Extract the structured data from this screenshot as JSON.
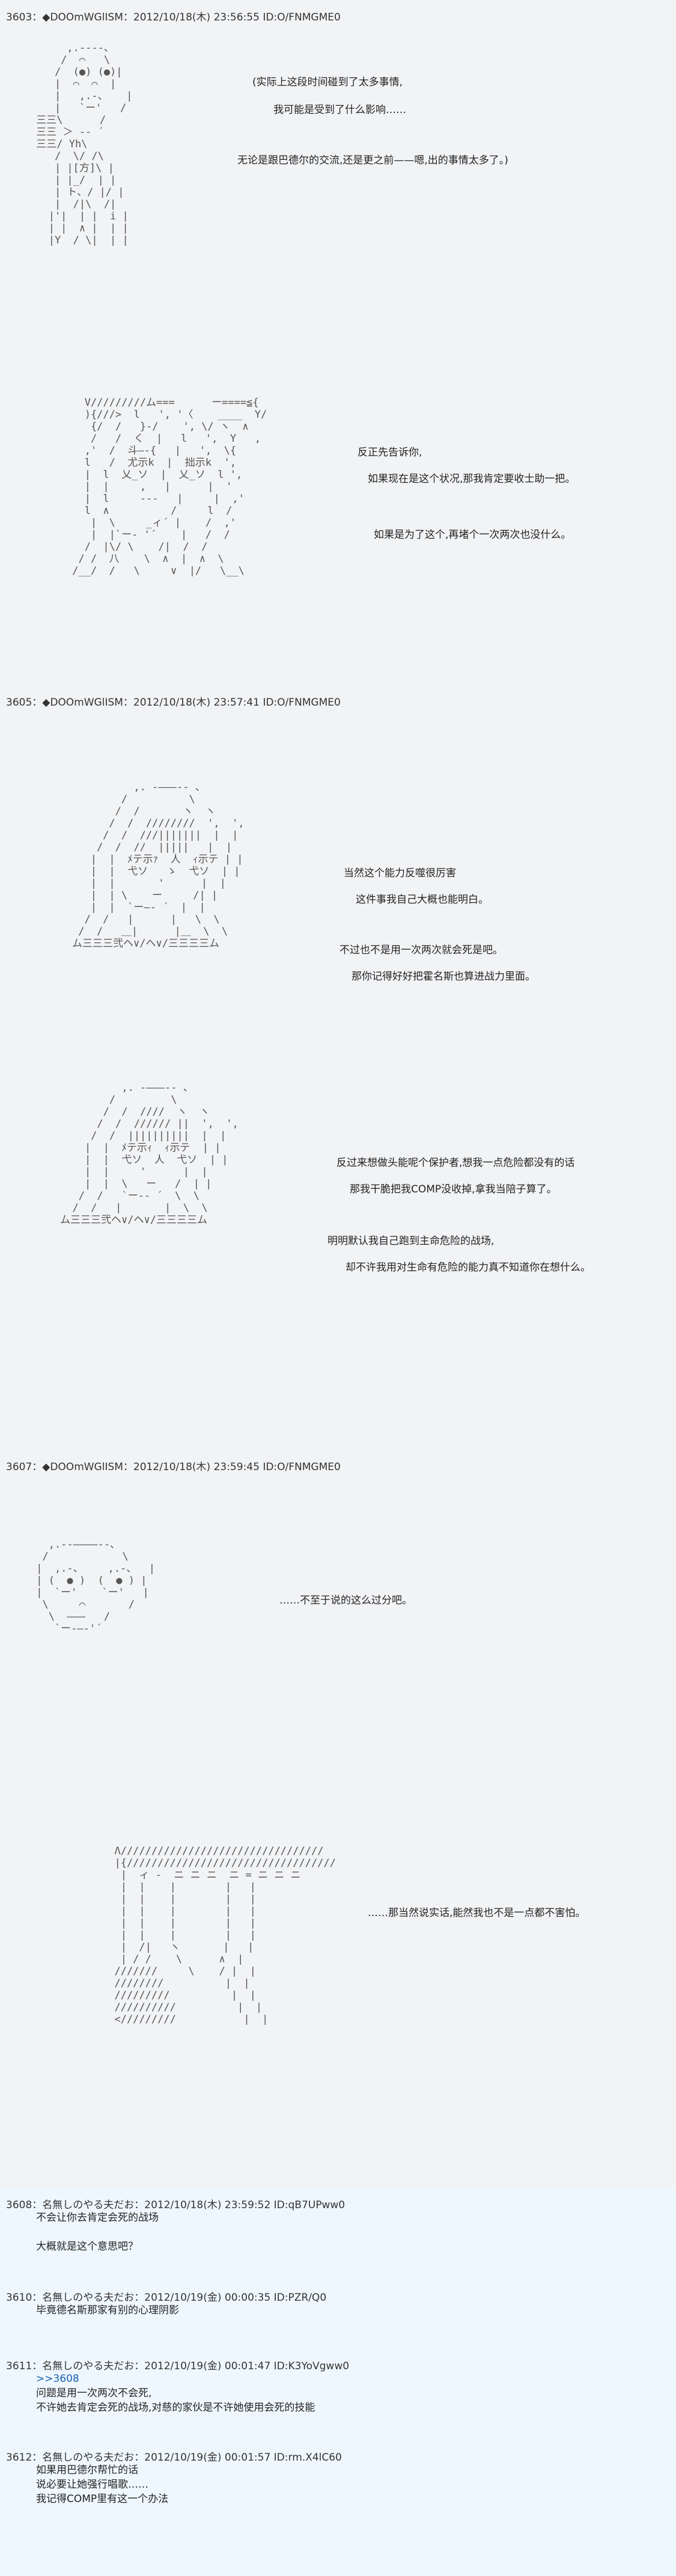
{
  "posts": [
    {
      "header": "3603：◆DOOmWGlISM：2012/10/18(木) 23:56:55 ID:O/FNMGME0",
      "lines": [
        "(实际上这段时间碰到了太多事情,",
        "我可能是受到了什么影响……",
        "无论是跟巴德尔的交流,还是更之前——嗯,出的事情太多了。)"
      ],
      "lines_b": [
        "反正先告诉你,",
        "如果现在是这个状况,那我肯定要收士助一把。",
        "如果是为了这个,再堵个一次两次也没什么。"
      ]
    },
    {
      "header": "3605：◆DOOmWGlISM：2012/10/18(木) 23:57:41 ID:O/FNMGME0",
      "lines": [
        "当然这个能力反噬很厉害",
        "这件事我自己大概也能明白。",
        "不过也不是用一次两次就会死是吧。",
        "那你记得好好把霍名斯也算进战力里面。"
      ],
      "lines_b": [
        "反过来想做头能呢个保护者,想我一点危险都没有的话",
        "那我干脆把我COMP没收掉,拿我当陪子算了。",
        "明明默认我自己跑到主命危险的战场,",
        "却不许我用对生命有危险的能力真不知道你在想什么。"
      ]
    },
    {
      "header": "3607：◆DOOmWGlISM：2012/10/18(木) 23:59:45 ID:O/FNMGME0",
      "lines": [
        "……不至于说的这么过分吧。"
      ],
      "lines_b": [
        "……那当然说实话,能然我也不是一点都不害怕。"
      ]
    }
  ],
  "replies": [
    {
      "header": "3608：名無しのやる夫だお：2012/10/18(木) 23:59:52 ID:qB7UPww0",
      "lines": [
        "不会让你去肯定会死的战场",
        "",
        "大概就是这个意思吧？"
      ]
    },
    {
      "header": "3610：名無しのやる夫だお：2012/10/19(金) 00:00:35 ID:PZR/Q0",
      "lines": [
        "毕竟德名斯那家有别的心理阴影"
      ]
    },
    {
      "header": "3611：名無しのやる夫だお：2012/10/19(金) 00:01:47 ID:K3YoVgww0",
      "anchor": ">>3608",
      "lines": [
        "问题是用一次两次不会死,",
        "不许她去肯定会死的战场,对慈的家伙是不许她使用会死的技能"
      ]
    },
    {
      "header": "3612：名無しのやる夫だお：2012/10/19(金) 00:01:57 ID:rm.X4lC60",
      "lines": [
        "如果用巴德尔帮忙的话",
        "说必要让她强行唱歌……",
        "我记得COMP里有这一个办法"
      ]
    }
  ],
  "aa": {
    "a1": "      ,.-‐‐-、\n     /  ⌒   \\\n    /  (●) (●)|\n    |  ⌒  ⌒  |\n    |   ,.-、   |\n    |   `ー'   /\n 三三\\      /\n 三三 ＞ -‐ ´\n 三三/ Yh\\\n    /  \\/ /\\\n    | |[方]\\ |\n    | |_/  | |\n    | ト、/ |/ |\n    |  /|\\  /|\n   |'|  | |  i |\n   | |  ∧ |  | |\n   |Y  / \\|  | |",
    "a2": "   V/////////ム===      ー====≦{\n   ){///>  l   ', '〈    ____  Y/\n    {/  /   }-/    ', \\/ ヽ  ∧\n    /   /  く  |   l   ',  Y   ,\n   ,'  /  斗―-{   |   ',  \\{\n   l   /  尤示k  |  拙示k  ',\n   |  l  乂_ソ  |  乂_ソ  l ',\n   |  |     ,   |      |  '\n   |  l     ---   |     |  ,'\n   l  ∧          /     l  /\n    |  \\     _ィ´ |    /  ,'\n    |  |`ー‐ '´    |   /  /\n   /  |\\/ \\    /|  /  /\n  / /  八    \\  ∧  |  ∧  \\\n /__/  /   \\     ∨  |/   \\__\\",
    "a3": "          ,. -―――‐- 、\n        /          \\\n       /  /       ヽ  ヽ\n      /  /  ////////  ',  ',\n     /  /  ///|||||||  |  |\n    /  /  //  |||||   |  |\n   |  |  ﾒテ示ｧ  人  ｨ示テ | |\n   |  |  弋ソ   ゝ  弋ソ  | |\n   |  |       '      |  |\n   |  | \\    ー     /| |\n   |  |  `ー―‐ ´  |  |\n  /  /   |      |   \\  \\\n /  /   ＿|      |＿  \\  \\\nム三三三弐ヘ∨/ヘ∨/三三三三ム",
    "a4": "          ,. -―――‐- 、\n        /         \\\n       /  /  ////  ヽ  ヽ\n      /  /  ////// ||  ',  ',\n     /  /  ||||||||||  |  |\n    |  |  ﾒテ示ｨ  ｨ示テ  | |\n    |  |  弋ソ  人  弋ソ  | |\n    |  |     '      |  |\n    |  |  \\   ー   /  | |\n   /  /   `ー‐‐ ´  \\  \\\n  /  /   |       |  \\  \\\nム三三三弐ヘ∨/ヘ∨/三三三三ム",
    "a5": "   ,.-‐――――‐-、\n  /            \\\n |  ,.-、    ,.-、  |\n | (  ● )  (  ● ) |\n |  `ー'    `ー'   |\n  \\     ⌒       /\n   \\  ―――   /\n    `ー‐―‐'´",
    "a6": "  Λ/////////////////////////////////\n  |{//////////////////////////////////\n   |  ィ -  ニ ニ ニ  ニ = ニ ニ ニ\n   |  |    |        |   |\n   |  |    |        |   |\n   |  |    |        |   |\n   |  |    |        |   |\n   |  |    |        |   |\n   |  /|   ヽ       |   |\n   | / /    \\      ∧  |\n  ///////     \\    / |  |\n  ////////          |  |\n  /////////          |  |\n  //////////          |  |\n  </////////           |  |"
  }
}
